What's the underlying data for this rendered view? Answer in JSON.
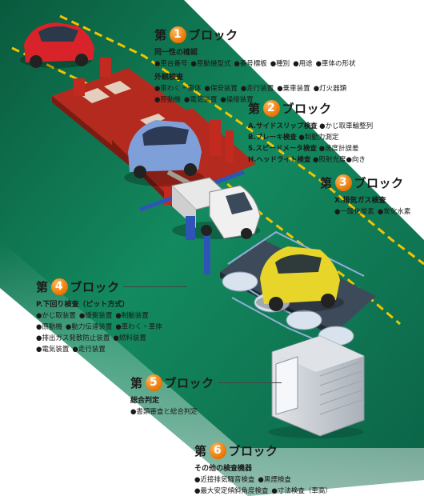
{
  "blocks": {
    "b1": {
      "prefix": "第",
      "number": "1",
      "suffix": "ブロック",
      "title1": "同一性の確認",
      "line1": [
        "●車台番号",
        "●原動機型式",
        "●番号標板",
        "●種別",
        "●用途",
        "●車体の形状"
      ],
      "title2": "外観検査",
      "line2": [
        "●車わく・車体",
        "●保安装置",
        "●走行装置",
        "●乗車装置",
        "●灯火器類"
      ],
      "line3": [
        "●原動機",
        "●電気装置",
        "●操縦装置"
      ]
    },
    "b2": {
      "prefix": "第",
      "number": "2",
      "suffix": "ブロック",
      "lines": [
        {
          "main": "A.サイドスリップ検査",
          "note": "●かじ取車輪整列"
        },
        {
          "main": "B.ブレーキ検査",
          "note": "●制動力測定"
        },
        {
          "main": "S.スピードメータ検査",
          "note": "●速度計誤差"
        },
        {
          "main": "H.ヘッドライト検査",
          "note": "●照射光度●向き"
        }
      ]
    },
    "b3": {
      "prefix": "第",
      "number": "3",
      "suffix": "ブロック",
      "title": "X.排気ガス検査",
      "line": [
        "●一酸化炭素",
        "●炭化水素"
      ]
    },
    "b4": {
      "prefix": "第",
      "number": "4",
      "suffix": "ブロック",
      "title": "P.下回り検査（ピット方式）",
      "line1": [
        "●かじ取装置",
        "●緩衝装置",
        "●制動装置"
      ],
      "line2": [
        "●原動機",
        "●動力伝達装置",
        "●車わく・車体"
      ],
      "line3": [
        "●排出ガス発散防止装置",
        "●燃料装置"
      ],
      "line4": [
        "●電気装置",
        "●走行装置"
      ]
    },
    "b5": {
      "prefix": "第",
      "number": "5",
      "suffix": "ブロック",
      "title": "総合判定",
      "line": [
        "●書類審査と総合判定"
      ]
    },
    "b6": {
      "prefix": "第",
      "number": "6",
      "suffix": "ブロック",
      "title": "その他の検査機器",
      "line1": [
        "●近接排気騒音検査",
        "●黒煙検査"
      ],
      "line2": [
        "●最大安定傾斜角度検査",
        "●寸法検査（車高）"
      ]
    }
  },
  "colors": {
    "number_badge": "#e87300",
    "band_green": "#0e6b4d",
    "floor_red": "#b42a1e",
    "lane_yellow": "#f2c400",
    "car_red": "#d8232a",
    "car_blue": "#7f9fd8",
    "truck_white": "#f0f0f0",
    "car_yellow": "#e8d52a",
    "booth_gray": "#c9ced4"
  }
}
